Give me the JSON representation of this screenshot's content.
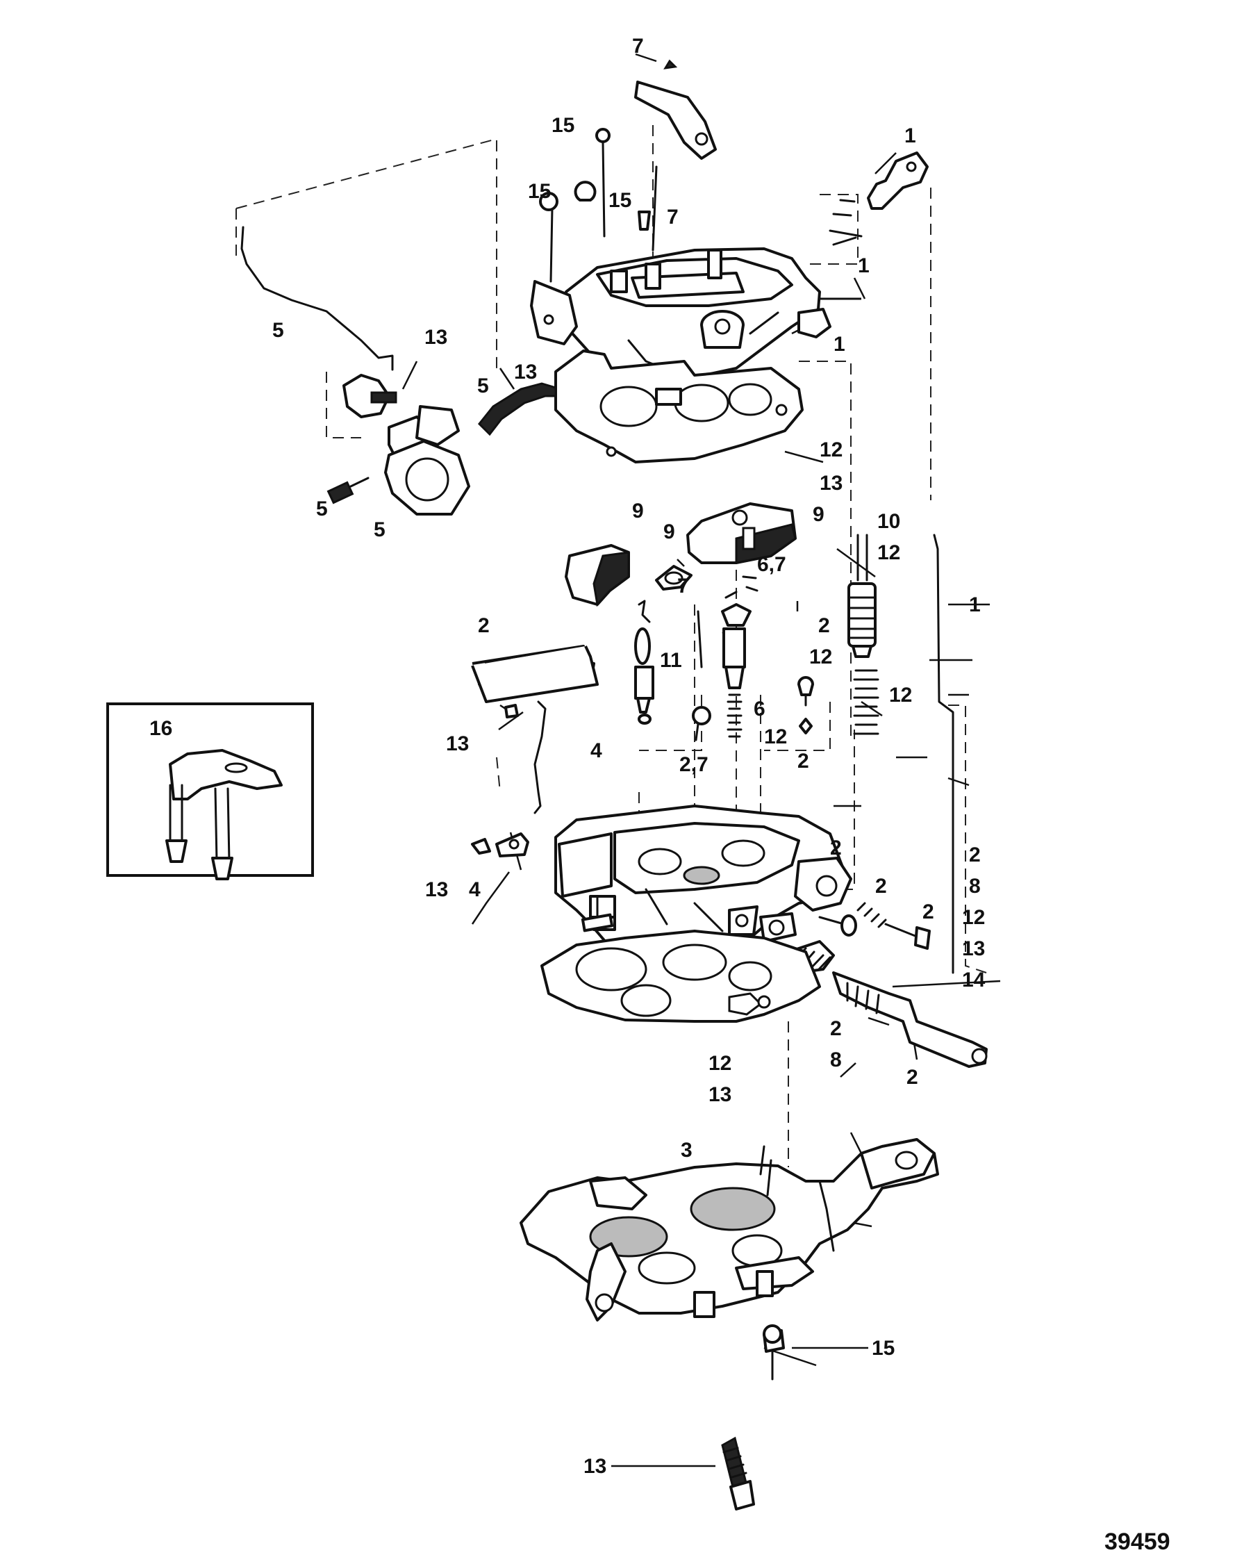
{
  "figure_number": "39459",
  "callouts": [
    "1",
    "2",
    "3",
    "4",
    "5",
    "6",
    "7",
    "8",
    "9",
    "10",
    "11",
    "12",
    "13",
    "14",
    "15",
    "16",
    "2,7",
    "6,7"
  ]
}
